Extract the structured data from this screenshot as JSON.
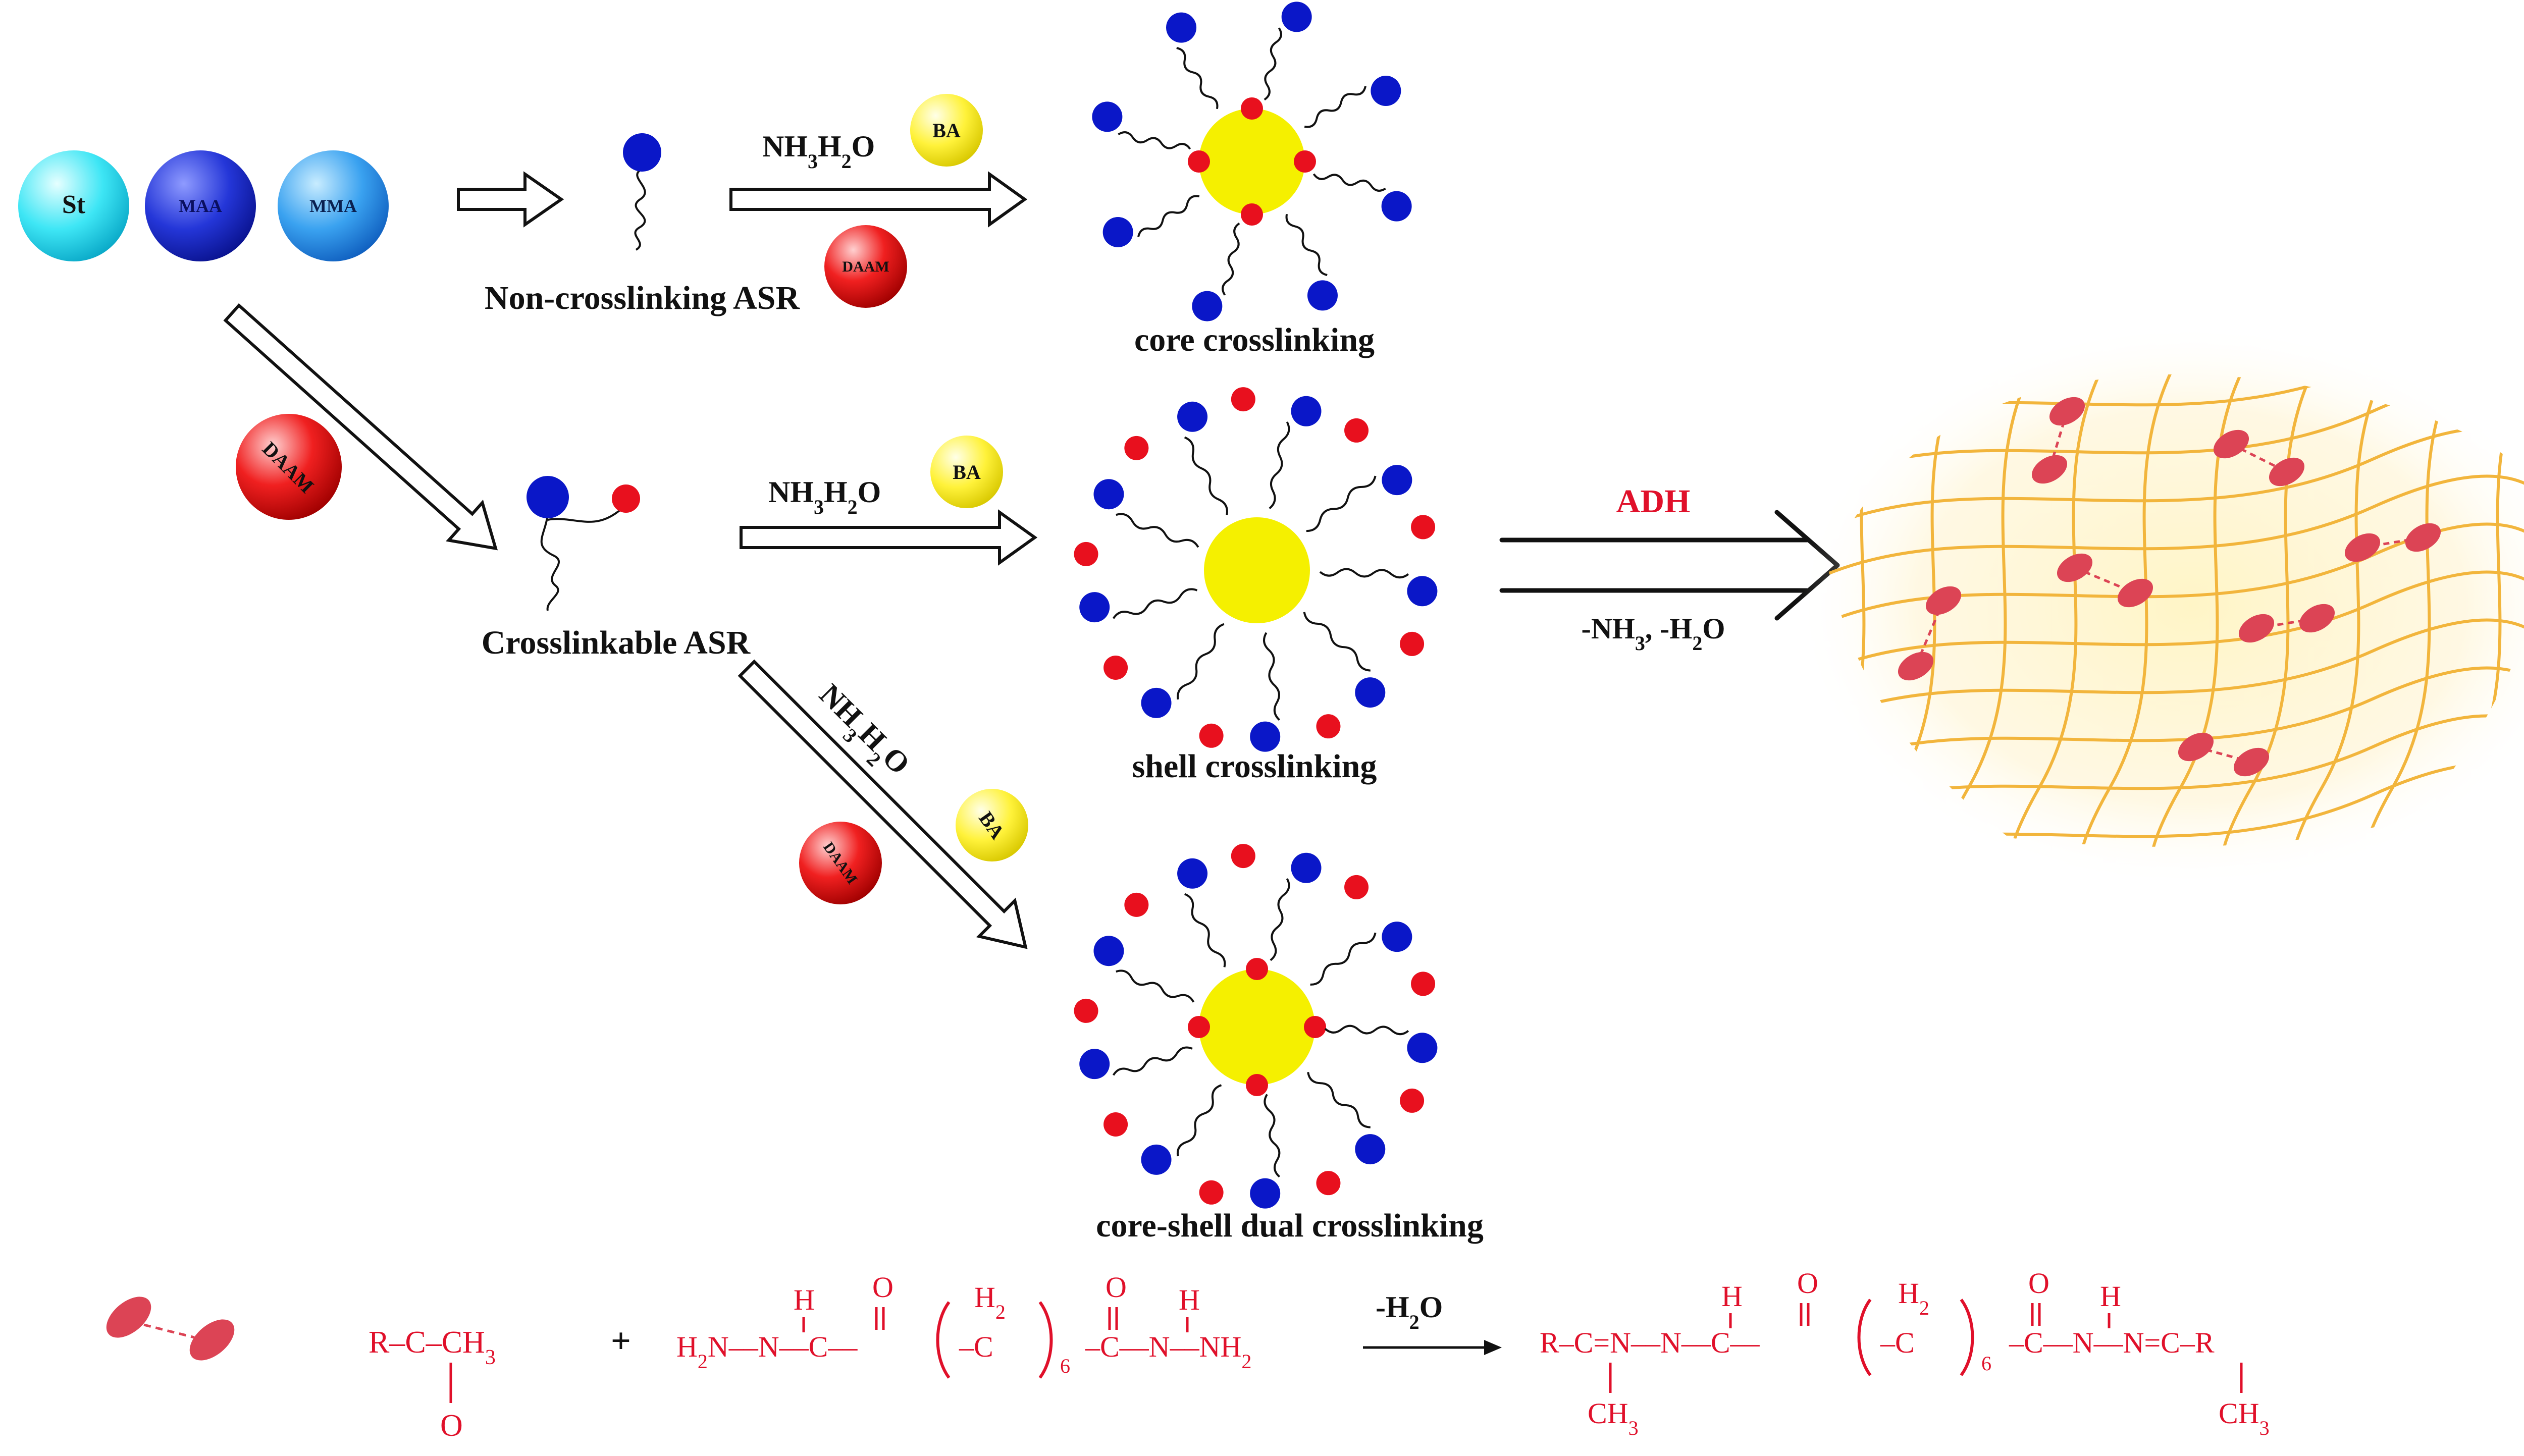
{
  "monomers": {
    "st": "St",
    "maa": "MAA",
    "mma": "MMA"
  },
  "reagents": {
    "ba": "BA",
    "daam": "DAAM",
    "ammonia": "NH3H2O"
  },
  "labels": {
    "non_crosslinking": "Non-crosslinking ASR",
    "crosslinkable": "Crosslinkable ASR",
    "core": "core crosslinking",
    "shell": "shell crosslinking",
    "core_shell": "core-shell dual crosslinking"
  },
  "adh": {
    "title": "ADH",
    "byproducts": "-NH3, -H2O"
  },
  "reaction": {
    "byproduct": "-H2O",
    "repeat": "6"
  },
  "colors": {
    "blue": "#0a17c8",
    "red": "#e8101e",
    "yellow": "#f5f000",
    "network": "#f2b53c",
    "pink": "#dc4455",
    "chem_red": "#e0102a"
  }
}
